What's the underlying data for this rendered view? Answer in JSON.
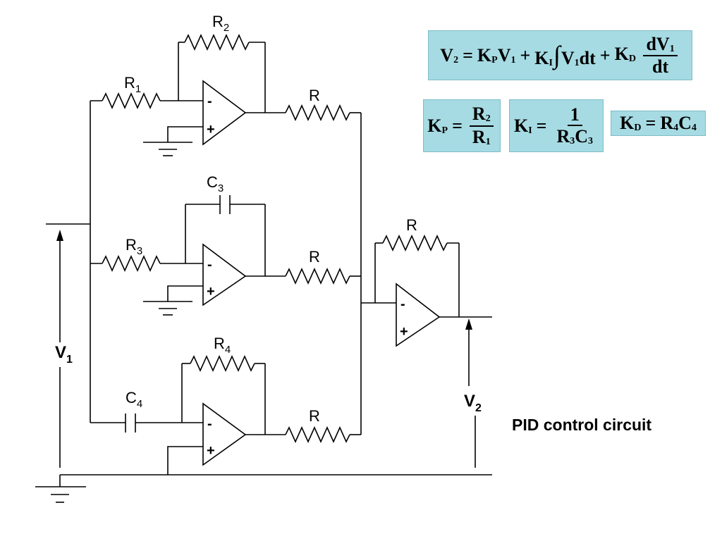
{
  "labels": {
    "r1": {
      "main": "R",
      "sub": "1"
    },
    "r2": {
      "main": "R",
      "sub": "2"
    },
    "r3": {
      "main": "R",
      "sub": "3"
    },
    "r4": {
      "main": "R",
      "sub": "4"
    },
    "c3": {
      "main": "C",
      "sub": "3"
    },
    "c4": {
      "main": "C",
      "sub": "4"
    },
    "r_top": "R",
    "r_mid": "R",
    "r_bot": "R",
    "r_feedback": "R",
    "v1": {
      "main": "V",
      "sub": "1"
    },
    "v2": {
      "main": "V",
      "sub": "2"
    },
    "minus": "-",
    "plus": "+"
  },
  "equations": {
    "main": {
      "lhs": {
        "main": "V",
        "sub": "2"
      },
      "eq": "=",
      "t1": {
        "k": "K",
        "ksub": "P",
        "v": "V",
        "vsub": "1"
      },
      "plus": "+",
      "t2": {
        "k": "K",
        "ksub": "I",
        "integral": "∫",
        "v": "V",
        "vsub": "1",
        "dt": "dt"
      },
      "t3": {
        "k": "K",
        "ksub": "D",
        "num_d": "dV",
        "num_sub": "1",
        "den": "dt"
      }
    },
    "kp": {
      "k": "K",
      "ksub": "P",
      "eq": "=",
      "num": "R",
      "num_sub": "2",
      "den": "R",
      "den_sub": "1"
    },
    "ki": {
      "k": "K",
      "ksub": "I",
      "eq": "=",
      "num": "1",
      "den_a": "R",
      "den_a_sub": "3",
      "den_b": "C",
      "den_b_sub": "3"
    },
    "kd": {
      "k": "K",
      "ksub": "D",
      "eq": "=",
      "r": "R",
      "r_sub": "4",
      "c": "C",
      "c_sub": "4"
    }
  },
  "caption": "PID control circuit",
  "colors": {
    "equation_box": "#a6dbe3",
    "ink": "#000000"
  }
}
